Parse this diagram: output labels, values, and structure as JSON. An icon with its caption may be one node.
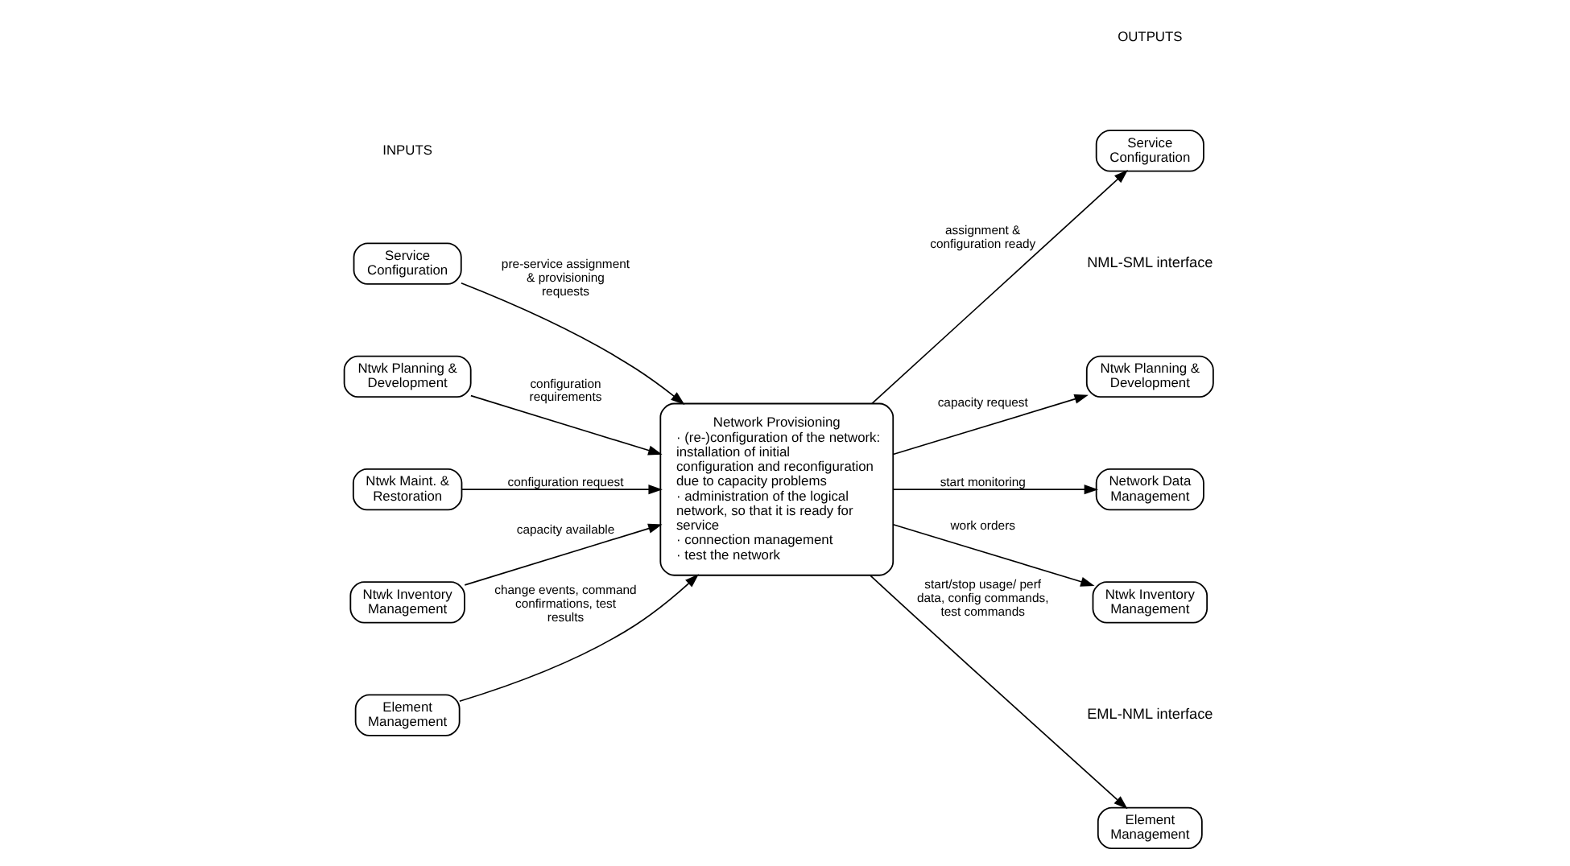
{
  "diagram": {
    "nodes": [
      {
        "text": [
          "Service Configuration"
        ]
      },
      {
        "text": [
          "Ntwk Planning & Development"
        ]
      },
      {
        "text": [
          "Ntwk Maint. & Restoration"
        ]
      },
      {
        "text": [
          "Ntwk Inventory Management"
        ]
      },
      {
        "text": [
          "Element Management"
        ]
      },
      {
        "text": [
          "Network Provisioning",
          "· (re-)configuration of the network: installation of initial configuration and reconfiguration due to capacity problems",
          "· administration of the logical network, so that it is ready for service",
          "· connection management",
          "· test the network"
        ]
      },
      {
        "text": [
          "Service Configuration"
        ]
      },
      {
        "text": [
          "Ntwk Planning & Development"
        ]
      },
      {
        "text": [
          "Network Data Management"
        ]
      },
      {
        "text": [
          "Ntwk Inventory Management"
        ]
      },
      {
        "text": [
          "Element Management"
        ]
      }
    ],
    "edges": [
      {
        "from": 0,
        "to": 5,
        "arrow": "to",
        "label": "pre-service assignment & provisioning requests"
      },
      {
        "from": 1,
        "to": 5,
        "arrow": "to",
        "label": "configuration requirements"
      },
      {
        "from": 2,
        "to": 5,
        "arrow": "to",
        "label": "configuration request"
      },
      {
        "from": 3,
        "to": 5,
        "arrow": "to",
        "label": "capacity available"
      },
      {
        "from": 4,
        "to": 5,
        "arrow": "to",
        "label": "change events, command confirmations, test results"
      },
      {
        "from": 5,
        "to": 6,
        "arrow": "to",
        "label": "assignment & configuration ready"
      },
      {
        "from": 5,
        "to": 7,
        "arrow": "to",
        "label": "capacity request"
      },
      {
        "from": 5,
        "to": 8,
        "arrow": "to",
        "label": "start monitoring"
      },
      {
        "from": 5,
        "to": 9,
        "arrow": "to",
        "label": "work orders"
      },
      {
        "from": 5,
        "to": 10,
        "arrow": "to",
        "label": "start/stop usage/ perf data, config commands, test commands"
      }
    ],
    "labels": [
      "INPUTS",
      "OUTPUTS",
      "NML-SML interface",
      "EML-NML interface"
    ]
  }
}
